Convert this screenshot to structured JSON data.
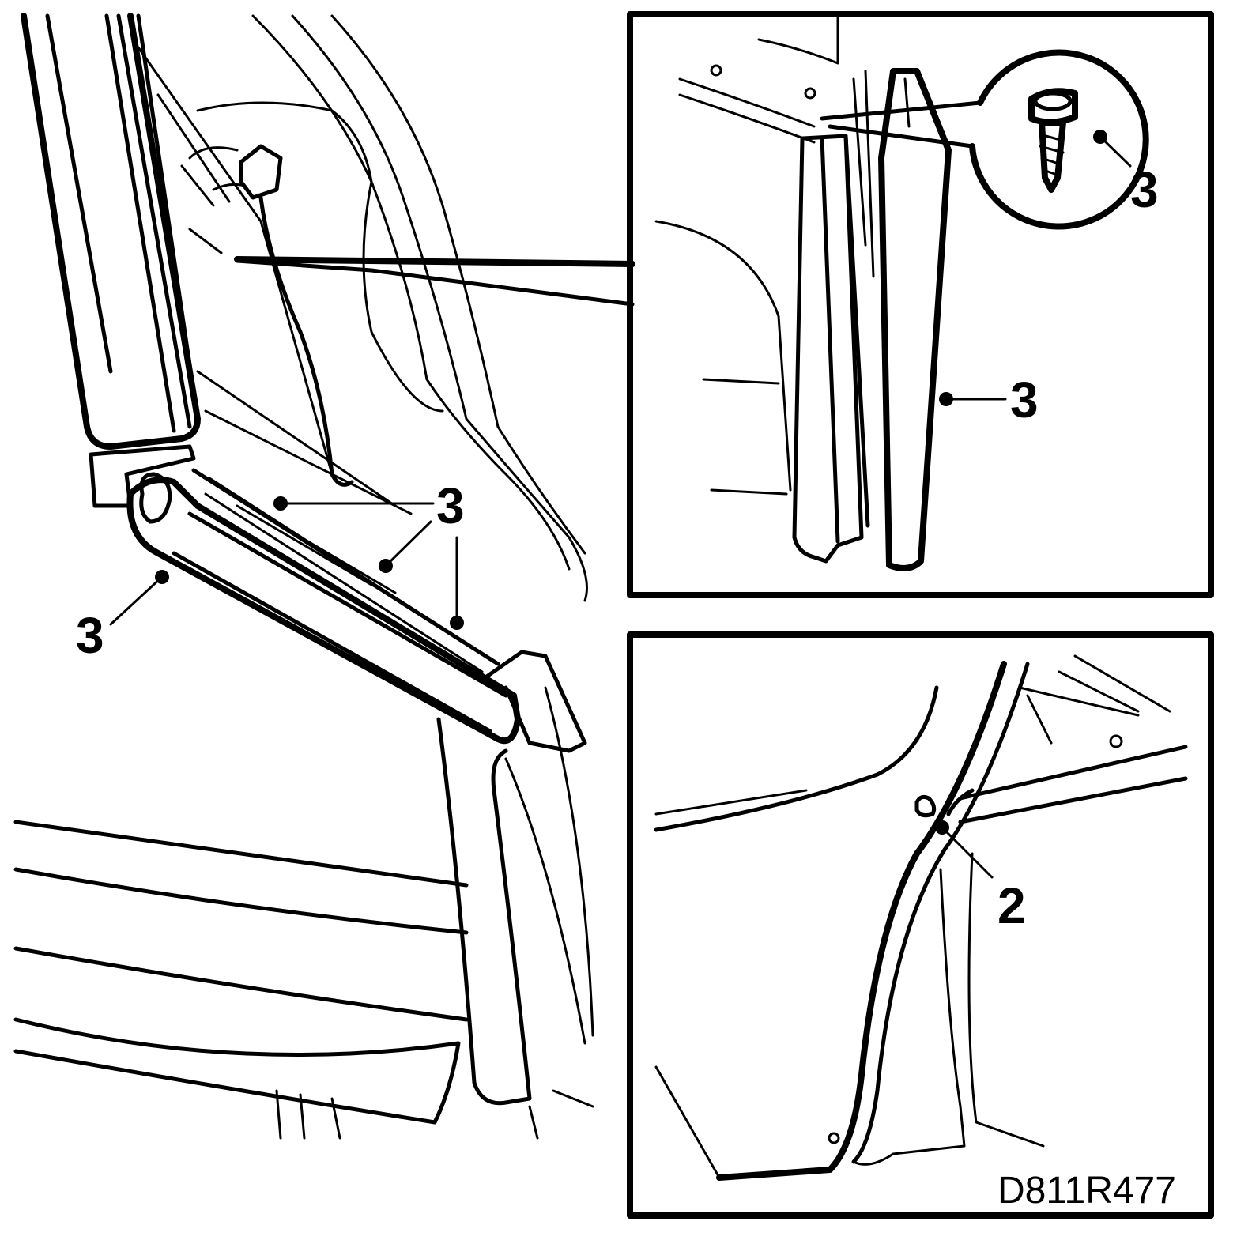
{
  "figure": {
    "reference_code": "D811R477",
    "callouts": {
      "rail_left": "3",
      "rail_center": "3",
      "inset_top_screw": "3",
      "inset_top_strip": "3",
      "inset_bottom_pillar": "2"
    }
  }
}
